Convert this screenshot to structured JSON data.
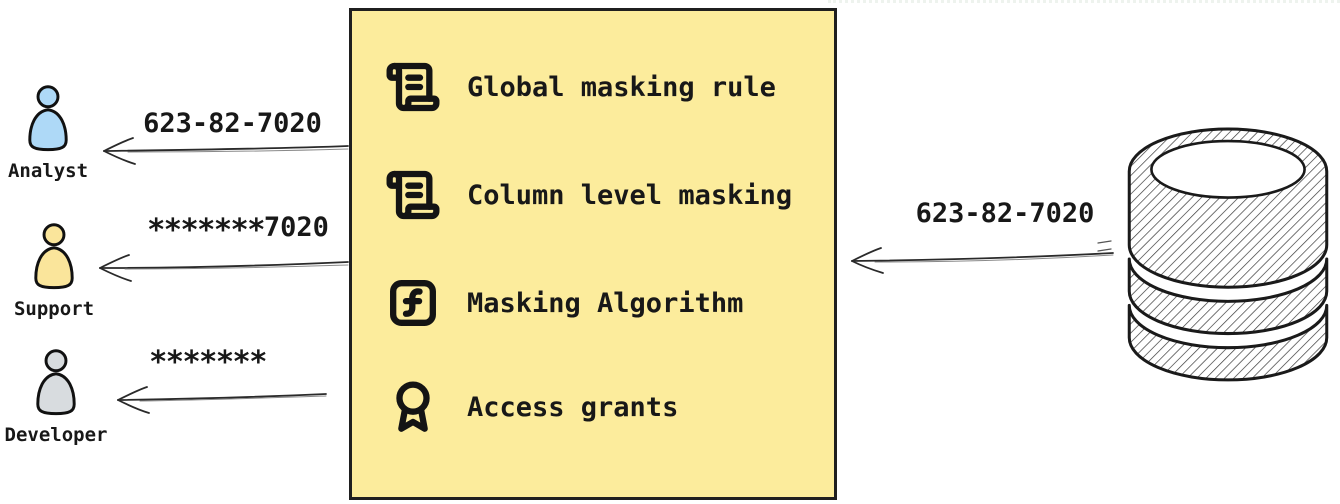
{
  "colors": {
    "box_fill": "#fcec9c",
    "box_border": "#1f1f1f",
    "analyst_fill": "#aed9f7",
    "support_fill": "#fae59b",
    "developer_fill": "#d8dcdf",
    "ink": "#181818"
  },
  "masking_box": {
    "items": [
      {
        "icon": "scroll-text-icon",
        "label": "Global masking rule"
      },
      {
        "icon": "scroll-text-icon",
        "label": "Column level masking"
      },
      {
        "icon": "function-square-icon",
        "label": "Masking Algorithm"
      },
      {
        "icon": "award-icon",
        "label": "Access grants"
      }
    ]
  },
  "recipients": [
    {
      "name": "Analyst",
      "masked_part": "",
      "clear_part": "623-82-7020"
    },
    {
      "name": "Support",
      "masked_part": "*******",
      "clear_part": "7020"
    },
    {
      "name": "Developer",
      "masked_part": "*******",
      "clear_part": ""
    }
  ],
  "source": {
    "icon": "database-icon",
    "value": "623-82-7020"
  }
}
